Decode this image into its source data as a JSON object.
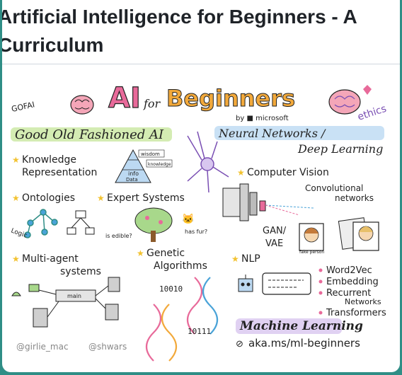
{
  "page": {
    "title": "Artificial Intelligence for Beginners - A Curriculum"
  },
  "sketchnote": {
    "header_ai": "AI",
    "header_for": "for",
    "header_beginners": "Beginners",
    "by_microsoft": "by ■ microsoft",
    "gofai_tag": "GOFAI",
    "gofai_title": "Good Old Fashioned AI",
    "ethics": "ethics",
    "knowledge_representation_line1": "Knowledge",
    "knowledge_representation_line2": "Representation",
    "pyramid_wisdom": "wisdom",
    "pyramid_knowledge": "knowledge",
    "pyramid_info": "info",
    "pyramid_data": "Data",
    "ontologies": "Ontologies",
    "expert_systems": "Expert Systems",
    "logic": "Logic",
    "is_edible": "is edible?",
    "has_fur": "has fur?",
    "neural_networks_line1": "Neural Networks /",
    "neural_networks_line2": "Deep Learning",
    "computer_vision": "Computer Vision",
    "convolutional_line1": "Convolutional",
    "convolutional_line2": "networks",
    "gan_line1": "GAN/",
    "gan_line2": "VAE",
    "fake_person": "fake person",
    "multi_agent_line1": "Multi-agent",
    "multi_agent_line2": "systems",
    "genetic_line1": "Genetic",
    "genetic_line2": "Algorithms",
    "nlp": "NLP",
    "word2vec": "Word2Vec",
    "embedding": "Embedding",
    "recurrent_line1": "Recurrent",
    "recurrent_line2": "Networks",
    "transformers": "Transformers",
    "binary_1": "10010",
    "binary_2": "10111",
    "main_label": "main",
    "machine_learning": "Machine Learning",
    "link": "aka.ms/ml-beginners",
    "credit_1": "@girlie_mac",
    "credit_2": "@shwars"
  },
  "colors": {
    "frame": "#2f8e86",
    "ai_pink": "#e86a9a",
    "beginners_orange": "#f2a93b",
    "green_hl": "#c9e7a0",
    "blue_hl": "#bcd9f2",
    "purple_hl": "#d8c6ef",
    "star": "#f2c230"
  }
}
